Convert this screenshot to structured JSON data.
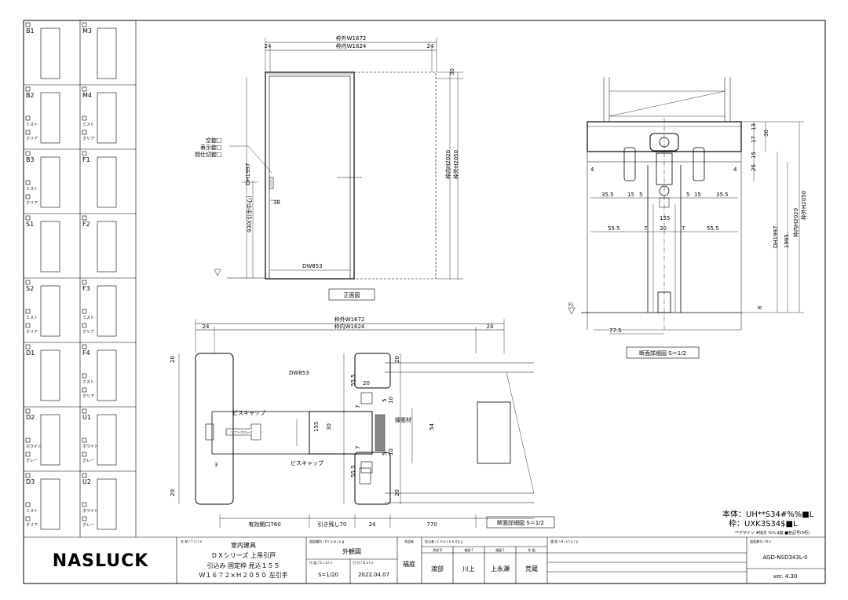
{
  "catalog": [
    {
      "code": "B1",
      "opts": []
    },
    {
      "code": "M3",
      "opts": []
    },
    {
      "code": "B2",
      "opts": [
        "ミスト",
        "クリア"
      ]
    },
    {
      "code": "M4",
      "opts": [
        "ミスト",
        "クリア"
      ]
    },
    {
      "code": "B3",
      "opts": [
        "ミスト",
        "クリア"
      ]
    },
    {
      "code": "F1",
      "opts": []
    },
    {
      "code": "S1",
      "opts": []
    },
    {
      "code": "F2",
      "opts": []
    },
    {
      "code": "S2",
      "opts": [
        "ミスト",
        "クリア"
      ]
    },
    {
      "code": "F3",
      "opts": [
        "ミスト",
        "クリア"
      ]
    },
    {
      "code": "D1",
      "opts": []
    },
    {
      "code": "F4",
      "opts": [
        "ミスト",
        "クリア"
      ]
    },
    {
      "code": "D2",
      "opts": [
        "ホワイト",
        "グレー"
      ]
    },
    {
      "code": "U1",
      "opts": [
        "ホワイト",
        "グレー"
      ]
    },
    {
      "code": "D3",
      "opts": [
        "ミスト",
        "クリア"
      ]
    },
    {
      "code": "U2",
      "opts": [
        "ホワイト",
        "グレー"
      ]
    }
  ],
  "front": {
    "overall_w": "枠外W1672",
    "inner_w": "枠内W1624",
    "side": "24",
    "side_r": "24",
    "top": "30",
    "inner_h": "枠内H2020",
    "outer_h": "枠外H2050",
    "dh": "DH1997",
    "handle_h": "930(引手中心)",
    "handle_w": "38",
    "dw": "DW853",
    "lock1": "空錠□",
    "lock2": "表示錠□",
    "lock3": "間仕切錠□",
    "caption": "正面図"
  },
  "plan": {
    "overall_w": "枠外W1672",
    "inner_w": "枠内W1624",
    "side": "24",
    "side_r": "24",
    "dw": "DW853",
    "d20a": "20",
    "d20b": "20",
    "d20c": "20",
    "d20d": "20",
    "d20e": "20",
    "d555a": "55.5",
    "d555b": "55.5",
    "d155": "155",
    "d30": "30",
    "d54": "54",
    "d3": "3",
    "d7a": "7",
    "d7b": "7",
    "d10a": "10",
    "d10b": "10",
    "d5a": "5",
    "d5b": "5",
    "cap1": "ビスキャップ",
    "cap2": "ビスキャップ",
    "stop": "ソフトクローズ",
    "seal": "緩衝材",
    "b1": "有効開口760",
    "b2": "引き残し70",
    "b3": "24",
    "b4": "770",
    "caption": "断面詳細図 S＝1/2"
  },
  "section": {
    "d13": "13",
    "d17": "17",
    "d30": "30",
    "d15": "15",
    "d25": "25",
    "d4a": "4",
    "d4b": "4",
    "r1": [
      "35.5",
      "15",
      "5",
      "5",
      "15",
      "35.5"
    ],
    "d155": "155",
    "r2": [
      "55.5",
      "7",
      "30",
      "7",
      "55.5"
    ],
    "dh": "DH1997",
    "h1995": "1995",
    "inner_h": "枠内H2020",
    "outer_h": "枠外H2050",
    "d8": "8",
    "d775": "77.5",
    "fl": "FL",
    "caption": "断面詳細図 S＝1/2"
  },
  "spec": {
    "main": "本体：UH**S34#%%■L",
    "frame": "枠：UXK3S34$■L",
    "note": "**デザイン #採光 %%.$錠 ■色記号(3桁)"
  },
  "titleblock": {
    "logo": "NASLUCK",
    "name_label": "名 称 / T i t l e",
    "name_value": "室内建具",
    "series": "ＤＸシリーズ 上吊引戸",
    "line3": "引込み 固定枠 見込１５５",
    "line4": "Ｗ１６７２×Ｈ２０５０ 左引手",
    "drawing_label": "図面種別 / D r a w i n g",
    "drawing_value": "外観図",
    "scale_label": "尺 度 / S c a l e",
    "scale_value": "S=1/20",
    "date_label": "日 付 / D a t e",
    "date_value": "2022.04.07",
    "dept_label": "承認者",
    "dept_value": "福庭",
    "check_label": "担当者 / C h e c k e d  b y",
    "c1": "承認 B",
    "c2": "検図 F",
    "c3": "検図 1",
    "c4": "作 図",
    "n1": "渡部",
    "n2": "川上",
    "n3": "上永瀬",
    "n4": "荒蔵",
    "hist_label": "履 歴 / H i s t o r y",
    "no_label": "図面番号 / N o",
    "no_value": "AGD-NSD343L-0",
    "ver": "ver. 4.30"
  }
}
